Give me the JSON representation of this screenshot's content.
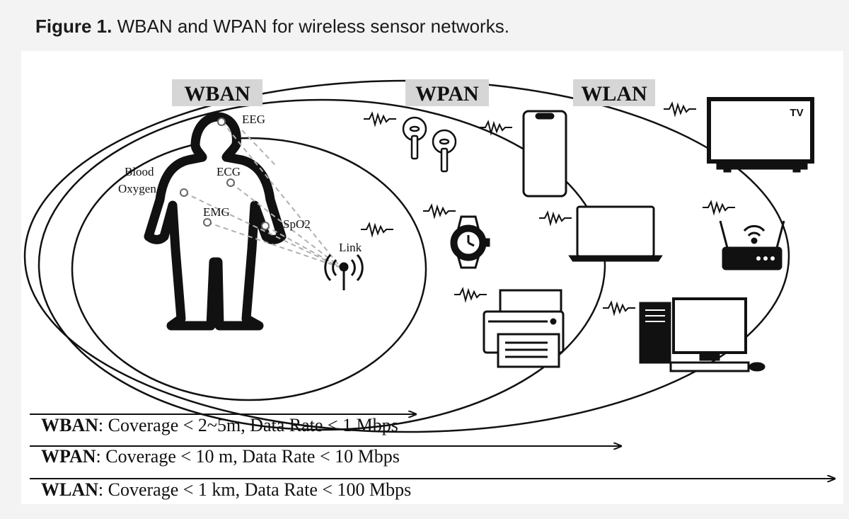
{
  "caption": {
    "prefix": "Figure 1.",
    "text": "WBAN and WPAN for wireless sensor networks."
  },
  "networks": {
    "wban": "WBAN",
    "wpan": "WPAN",
    "wlan": "WLAN"
  },
  "sensors": {
    "eeg": "EEG",
    "ecg": "ECG",
    "emg": "EMG",
    "spo2": "SpO2",
    "blood": "Blood",
    "oxygen": "Oxygen",
    "link": "Link"
  },
  "devices": {
    "tv_label": "TV"
  },
  "legend": [
    {
      "name": "WBAN",
      "text": ": Coverage < 2~5m, Data Rate < 1 Mbps"
    },
    {
      "name": "WPAN",
      "text": ": Coverage < 10 m, Data Rate < 10 Mbps"
    },
    {
      "name": "WLAN",
      "text": ": Coverage < 1 km, Data Rate < 100 Mbps"
    }
  ],
  "colors": {
    "ink": "#111111",
    "panel": "#ffffff",
    "background": "#f3f3f3",
    "title_box": "#d6d6d6",
    "sensor_link": "#b0b0b0"
  }
}
